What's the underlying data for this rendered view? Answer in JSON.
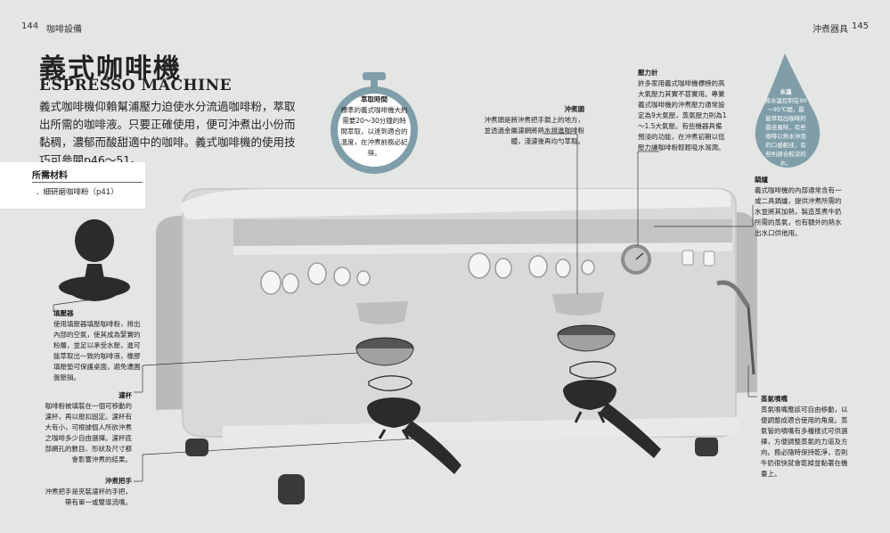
{
  "header": {
    "left_page": "144",
    "left_section": "咖啡設備",
    "right_section": "沖煮器具",
    "right_page": "145"
  },
  "title": {
    "zh": "義式咖啡機",
    "en": "ESPRESSO MACHINE"
  },
  "intro": "義式咖啡機仰賴幫浦壓力迫使水分流過咖啡粉，萃取出所需的咖啡液。只要正確使用，便可沖煮出小份而黏稠，濃郁而酸甜適中的咖啡。義式咖啡機的使用技巧可參閱p46～51。",
  "materials": {
    "title": "所需材料",
    "items": [
      "．細研磨咖啡粉（p41）"
    ]
  },
  "labels": {
    "timer": {
      "title": "萃取時間",
      "text": "標準的義式咖啡機大約需要20～30分鐘的時間萃取，以達到適合的溫度，在沖煮前務必記得。"
    },
    "group_head": {
      "title": "沖煮頭",
      "text": "沖煮頭是將沖煮把手鎖上的地方，並透過金屬濾網將熱水排進咖啡粉體，淺濾後再均勻萃取。"
    },
    "pressure": {
      "title": "壓力計",
      "text": "許多家用義式咖啡機標榜的高大氣壓力其實不甚實用。專業義式咖啡機的沖煮壓力通常設定為9大氣壓，蒸氣壓力則為1～1.5大氣壓。有些機器具備預浸的功能，在沖煮初期以低壓力讓咖啡粉輕輕吸水濕潤。"
    },
    "water_temp": {
      "title": "水溫",
      "text": "將水溫控制在90～95℃間，最能萃取出咖啡的最佳風味，有些咖啡以熱水沖泡的口感較佳，有些則適合較涼的水。"
    },
    "boiler": {
      "title": "鍋爐",
      "text": "義式咖啡機的內部通常含有一或二具鍋爐，提供沖煮所需的水並將其加熱，製造蒸煮牛奶所需的蒸氣，也有額外的熱水出水口供他用。"
    },
    "tamper": {
      "title": "填壓器",
      "text": "使用填壓器填壓咖啡粉，排出內部的空氣，使其成為緊實的粉層，並足以承受水壓，進可能萃取出一致的咖啡液，橡膠填壓墊可保護桌面，避免遭圓盤壓損。"
    },
    "filter_basket": {
      "title": "濾杯",
      "text": "咖啡粉被填裝在一個可移動的濾杯，再以壓扣固定。濾杯有大有小，可根據個人所欲沖煮之咖啡多少自由選擇。濾杯底部網孔的數目、形狀及尺寸都會影響沖煮的結果。"
    },
    "portafilter": {
      "title": "沖煮把手",
      "text": "沖煮把手是夾裝濾杯的手把，帶有單一或雙導流嘴。"
    },
    "steam_wand": {
      "title": "蒸氣噴嘴",
      "text": "蒸氣噴嘴應該可自由移動，以便調整成適合使用的角度。蒸氣管的噴嘴有多種樣式可供選擇，方便調整蒸氣的力道及方向。務必隨時保持乾淨，否則牛奶很快就會乾掉並黏著在機臺上。"
    }
  },
  "colors": {
    "background": "#e4e6e3",
    "accent_blue": "#7f9ea9",
    "machine": "#d8dad8",
    "dark": "#2b2b2b"
  }
}
